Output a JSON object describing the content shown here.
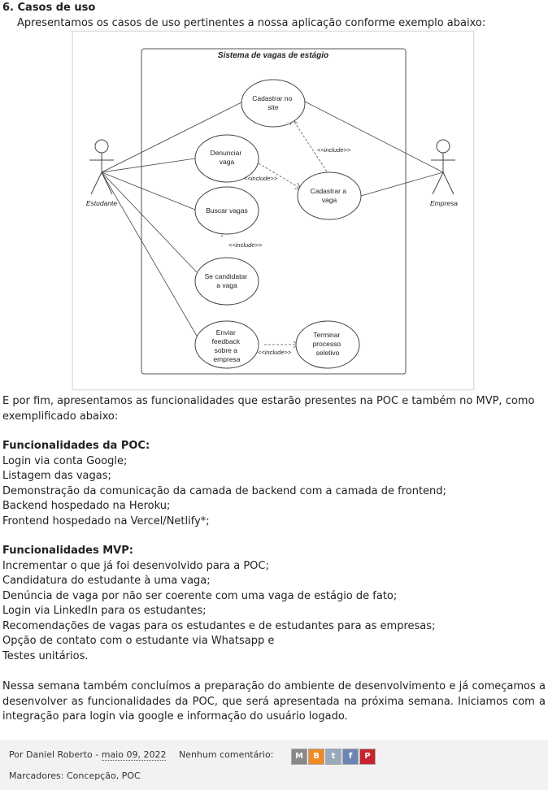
{
  "post": {
    "heading": "6. Casos de uso",
    "intro": "Apresentamos os casos de uso pertinentes a nossa aplicação conforme exemplo abaixo:",
    "after_diagram": "E por fim, apresentamos as funcionalidades que estarão presentes na POC e também no MVP, como exemplificado abaixo:",
    "poc_title": "Funcionalidades da POC:",
    "poc_items": [
      "Login via conta Google;",
      "Listagem das vagas;",
      "Demonstração da comunicação da camada de backend com a camada de frontend;",
      "Backend hospedado na Heroku;",
      "Frontend hospedado na Vercel/Netlify*;"
    ],
    "mvp_title": "Funcionalidades MVP:",
    "mvp_items": [
      "Incrementar o que já foi desenvolvido para a POC;",
      "Candidatura do estudante à uma vaga;",
      "Denúncia de vaga por não ser coerente com uma vaga de estágio de fato;",
      "Login via LinkedIn para os estudantes;",
      "Recomendações de vagas para os estudantes e de estudantes para as empresas;",
      "Opção de contato com o estudante via Whatsapp e",
      "Testes unitários."
    ],
    "final_paragraph": "Nessa semana também concluímos a preparação do ambiente de desenvolvimento e já começamos a desenvolver as funcionalidades da POC, que será apresentada na próxima semana. Iniciamos com a integração para login via google e informação do usuário logado."
  },
  "diagram": {
    "system_title": "Sistema de vagas de estágio",
    "actor_student": "Estudante",
    "actor_company": "Empresa",
    "uc_register_site": [
      "Cadastrar no",
      "site"
    ],
    "uc_report_job": [
      "Denunciar",
      "vaga"
    ],
    "uc_register_job": [
      "Cadastrar a",
      "vaga"
    ],
    "uc_search_jobs": [
      "Buscar vagas"
    ],
    "uc_apply_job": [
      "Se candidatar",
      "a vaga"
    ],
    "uc_feedback": [
      "Enviar",
      "feedback",
      "sobre a",
      "empresa"
    ],
    "uc_finish_process": [
      "Terminar",
      "processo",
      "seletivo"
    ],
    "include_label": "<<include>>"
  },
  "footer": {
    "by": "Por Daniel Roberto -",
    "date": "maio 09, 2022",
    "comments": "Nenhum comentário:",
    "labels": "Marcadores: Concepção, POC"
  },
  "share": {
    "email": "M",
    "blog": "B",
    "twitter": "t",
    "facebook": "f",
    "pinterest": "P"
  }
}
